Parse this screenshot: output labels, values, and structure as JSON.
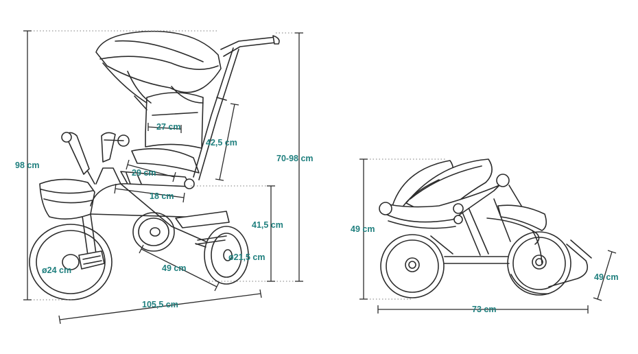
{
  "theme": {
    "label_color": "#1f7f7e",
    "line_color": "#2b2b2b"
  },
  "icons": [
    "stroller-unfolded-drawing",
    "stroller-folded-drawing"
  ],
  "labels": {
    "total_height": "98 cm",
    "handle_height": "70-98 cm",
    "backrest_width": "27 cm",
    "backrest_height": "42,5 cm",
    "seat_width": "29 cm",
    "seat_depth": "18 cm",
    "seat_height": "41,5 cm",
    "front_wheel": "ø24 cm",
    "rear_wheel": "ø21,5 cm",
    "wheelbase_width": "49 cm",
    "total_length": "105,5 cm",
    "folded_height": "49 cm",
    "folded_length": "73 cm",
    "folded_width": "49 cm"
  }
}
